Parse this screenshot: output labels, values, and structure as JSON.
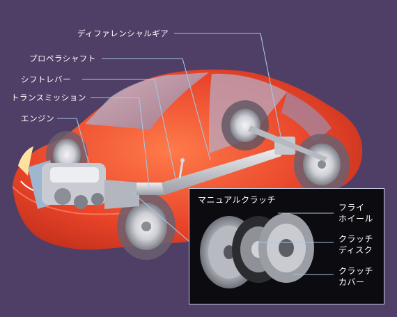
{
  "labels": {
    "differential_gear": "ディファレンシャルギア",
    "propeller_shaft": "プロペラシャフト",
    "shift_lever": "シフトレバー",
    "transmission": "トランスミッション",
    "engine": "エンジン"
  },
  "inset": {
    "title": "マニュアルクラッチ",
    "flywheel_line1": "フライ",
    "flywheel_line2": "ホイール",
    "clutch_disc_line1": "クラッチ",
    "clutch_disc_line2": "ディスク",
    "clutch_cover_line1": "クラッチ",
    "clutch_cover_line2": "カバー"
  },
  "colors": {
    "background": "#4f3e66",
    "car_body": "#e8442a",
    "leader_line": "#a6c6e2",
    "inset_bg": "#0c0c10"
  }
}
